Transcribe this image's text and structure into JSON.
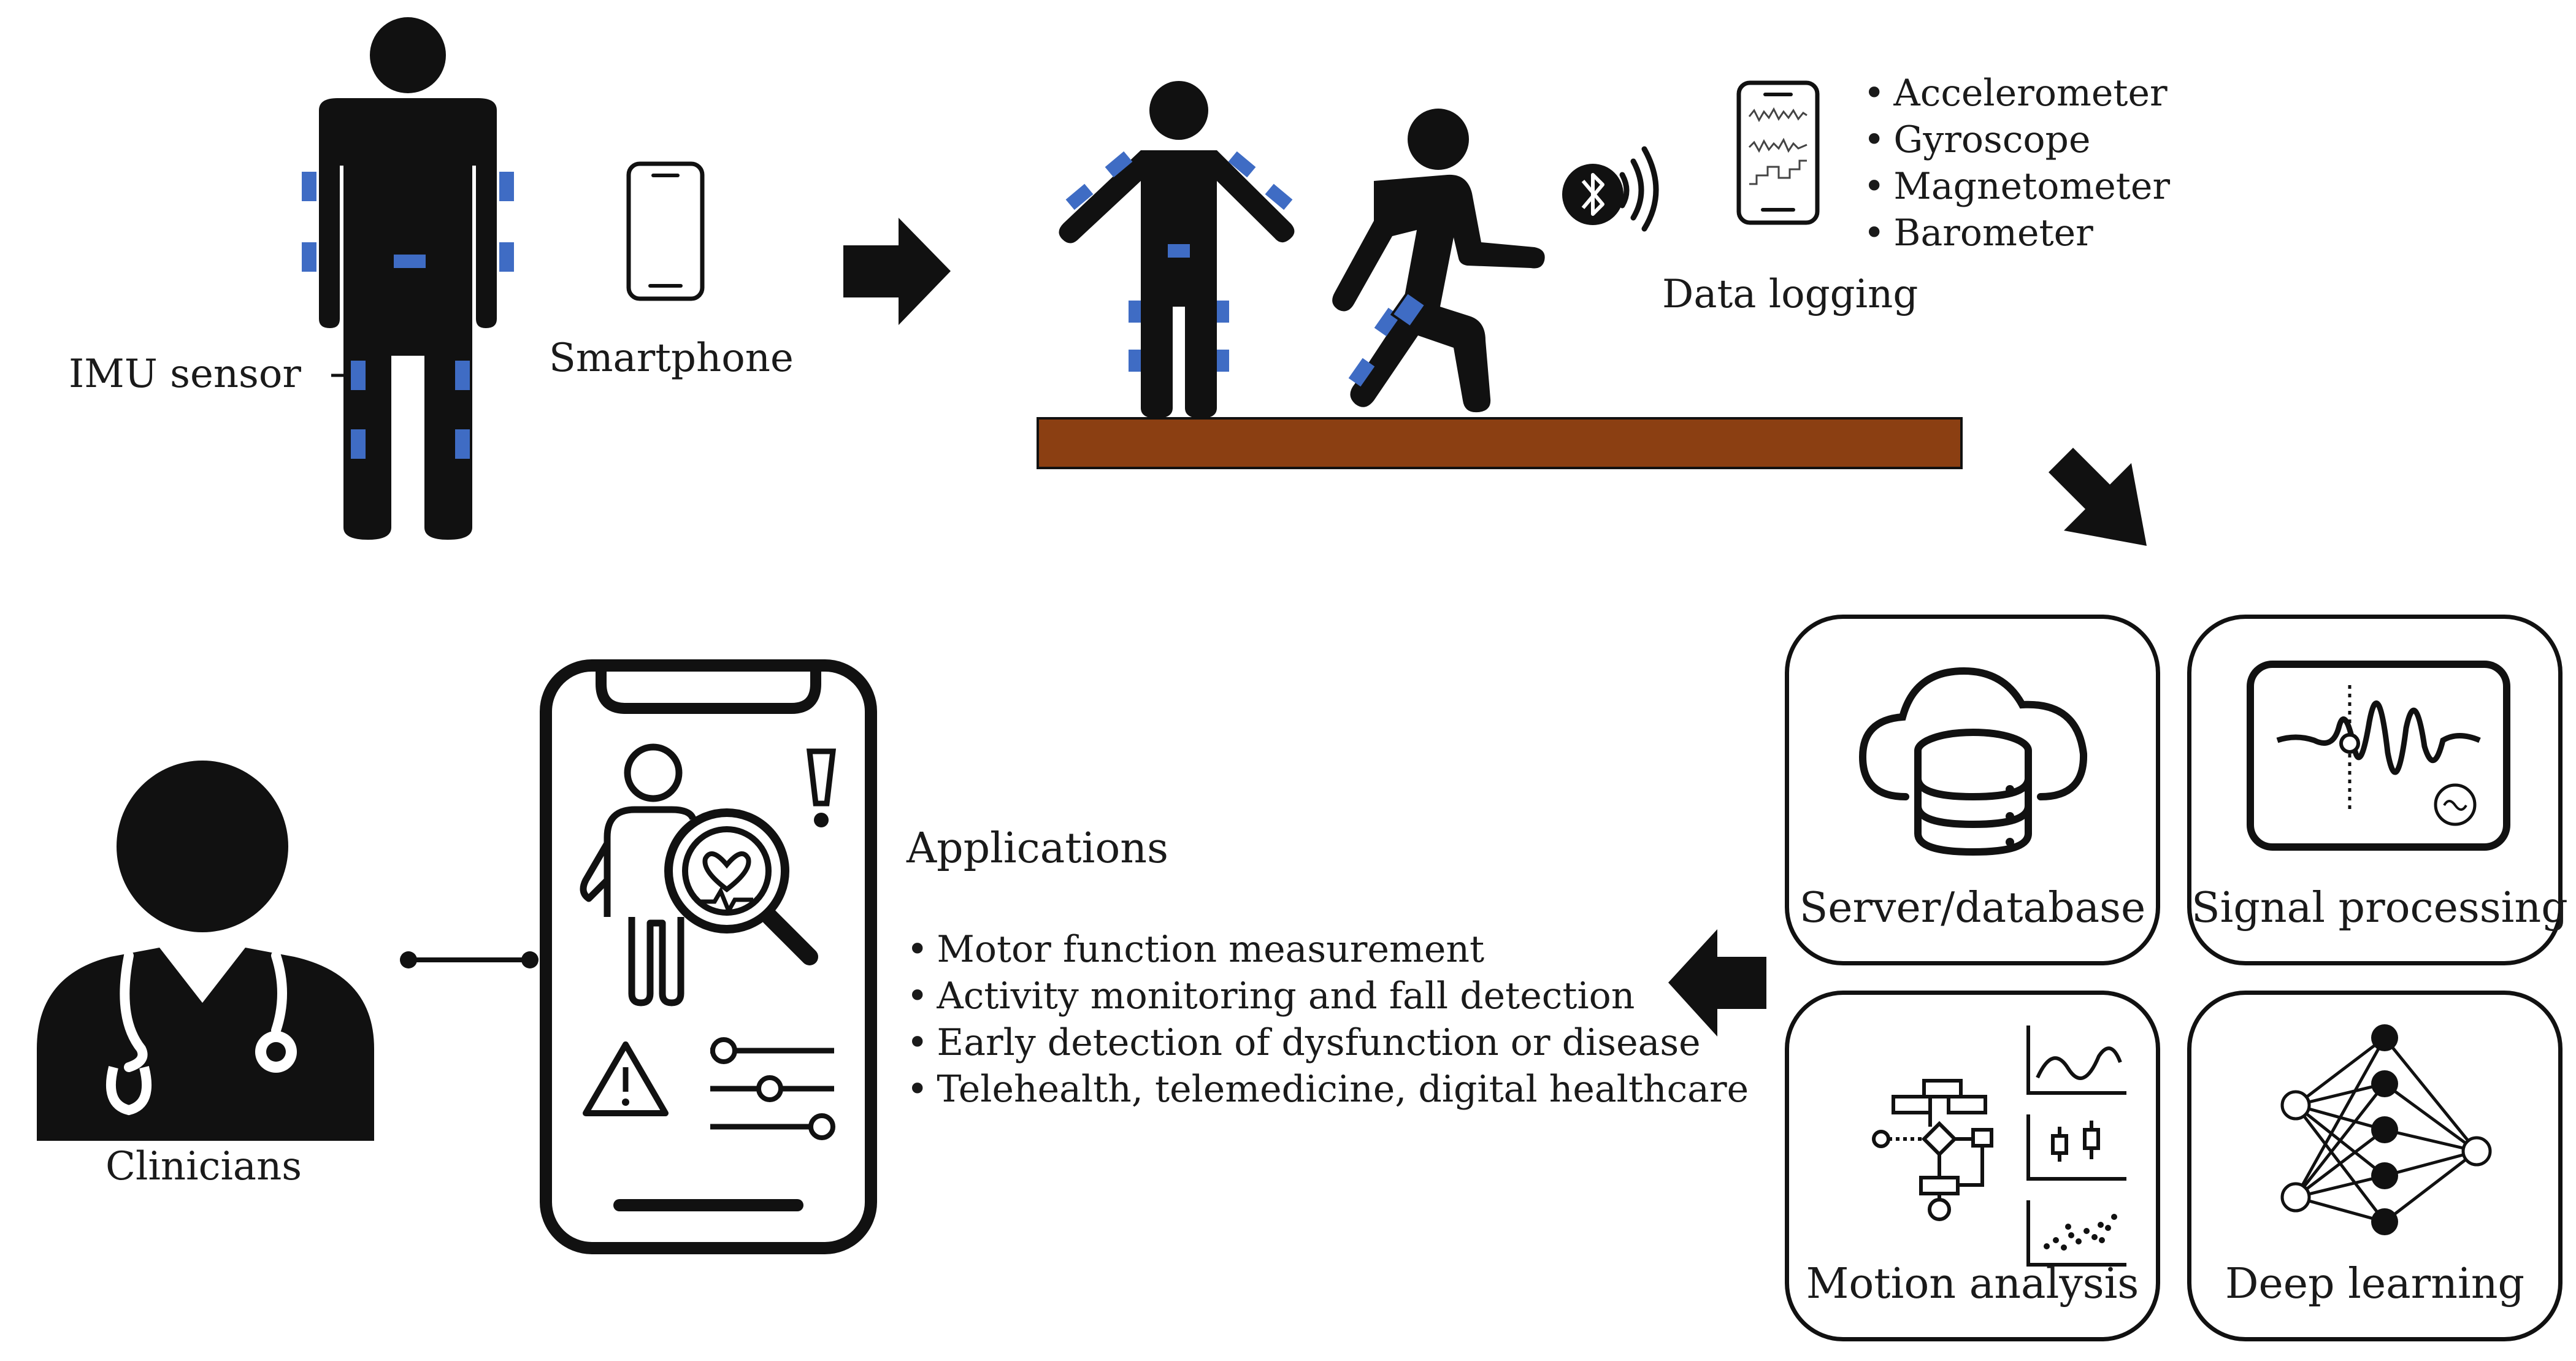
{
  "labels": {
    "imu_sensor": "IMU sensor",
    "smartphone": "Smartphone",
    "data_logging": "Data logging",
    "applications": "Applications",
    "clinicians": "Clinicians"
  },
  "sensors": [
    "Accelerometer",
    "Gyroscope",
    "Magnetometer",
    "Barometer"
  ],
  "panels": {
    "server": "Server/database",
    "signal": "Signal processing",
    "motion": "Motion analysis",
    "deep": "Deep learning"
  },
  "applications_list": [
    "Motor function measurement",
    "Activity monitoring and fall detection",
    "Early detection of dysfunction or disease",
    "Telehealth, telemedicine, digital healthcare"
  ],
  "colors": {
    "sensor_blue": "#3f6cc4",
    "walkway_brown": "#8b3f12",
    "ink": "#111111"
  }
}
